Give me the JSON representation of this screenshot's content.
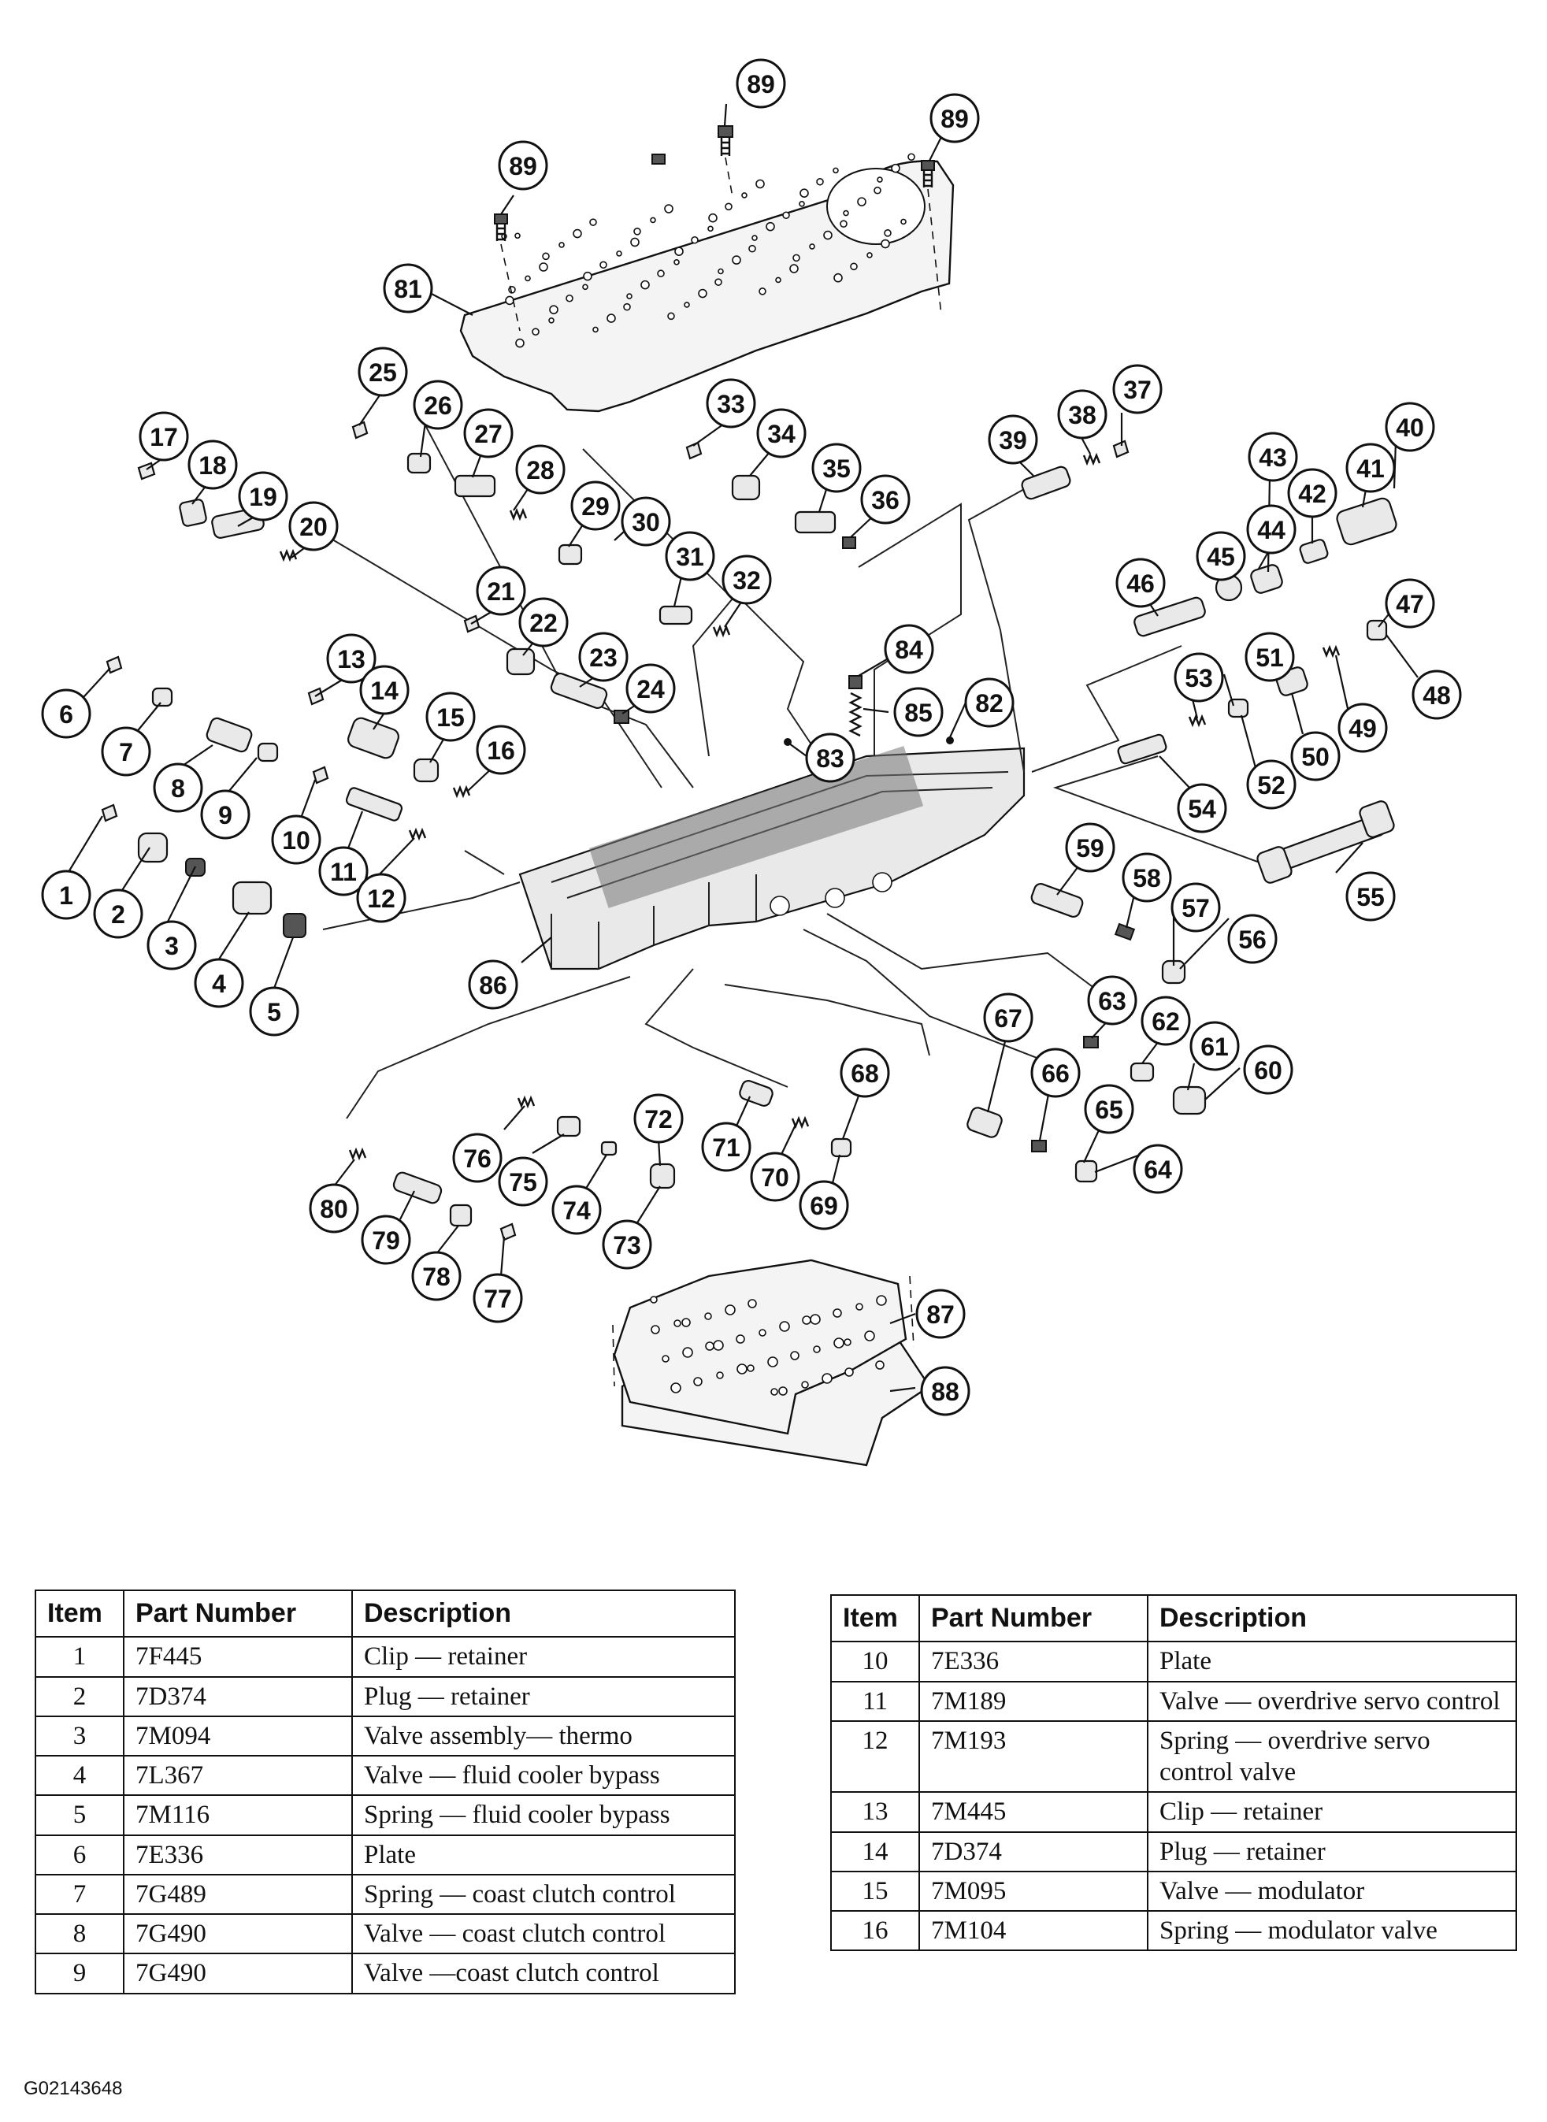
{
  "callouts": [
    "1",
    "2",
    "3",
    "4",
    "5",
    "6",
    "7",
    "8",
    "9",
    "10",
    "11",
    "12",
    "13",
    "14",
    "15",
    "16",
    "17",
    "18",
    "19",
    "20",
    "21",
    "22",
    "23",
    "24",
    "25",
    "26",
    "27",
    "28",
    "29",
    "30",
    "31",
    "32",
    "33",
    "34",
    "35",
    "36",
    "37",
    "38",
    "39",
    "40",
    "41",
    "42",
    "43",
    "44",
    "45",
    "46",
    "47",
    "48",
    "49",
    "50",
    "51",
    "52",
    "53",
    "54",
    "55",
    "56",
    "57",
    "58",
    "59",
    "60",
    "61",
    "62",
    "63",
    "64",
    "65",
    "66",
    "67",
    "68",
    "69",
    "70",
    "71",
    "72",
    "73",
    "74",
    "75",
    "76",
    "77",
    "78",
    "79",
    "80",
    "81",
    "82",
    "83",
    "84",
    "85",
    "86",
    "87",
    "88",
    "89"
  ],
  "tables": {
    "left": {
      "headers": {
        "item": "Item",
        "part_number": "Part Number",
        "description": "Description"
      },
      "rows": [
        {
          "item": "1",
          "part_number": "7F445",
          "description": "Clip — retainer"
        },
        {
          "item": "2",
          "part_number": "7D374",
          "description": "Plug — retainer"
        },
        {
          "item": "3",
          "part_number": "7M094",
          "description": "Valve assembly— thermo"
        },
        {
          "item": "4",
          "part_number": "7L367",
          "description": "Valve — fluid cooler bypass"
        },
        {
          "item": "5",
          "part_number": "7M116",
          "description": "Spring — fluid cooler bypass"
        },
        {
          "item": "6",
          "part_number": "7E336",
          "description": "Plate"
        },
        {
          "item": "7",
          "part_number": "7G489",
          "description": "Spring — coast clutch control"
        },
        {
          "item": "8",
          "part_number": "7G490",
          "description": "Valve — coast clutch control"
        },
        {
          "item": "9",
          "part_number": "7G490",
          "description": "Valve —coast clutch control"
        }
      ]
    },
    "right": {
      "headers": {
        "item": "Item",
        "part_number": "Part Number",
        "description": "Description"
      },
      "rows": [
        {
          "item": "10",
          "part_number": "7E336",
          "description": "Plate"
        },
        {
          "item": "11",
          "part_number": "7M189",
          "description": "Valve — overdrive servo control"
        },
        {
          "item": "12",
          "part_number": "7M193",
          "description": "Spring — overdrive servo control valve"
        },
        {
          "item": "13",
          "part_number": "7M445",
          "description": "Clip — retainer"
        },
        {
          "item": "14",
          "part_number": "7D374",
          "description": "Plug — retainer"
        },
        {
          "item": "15",
          "part_number": "7M095",
          "description": "Valve — modulator"
        },
        {
          "item": "16",
          "part_number": "7M104",
          "description": "Spring — modulator valve"
        }
      ]
    }
  },
  "figure_id": "G02143648"
}
